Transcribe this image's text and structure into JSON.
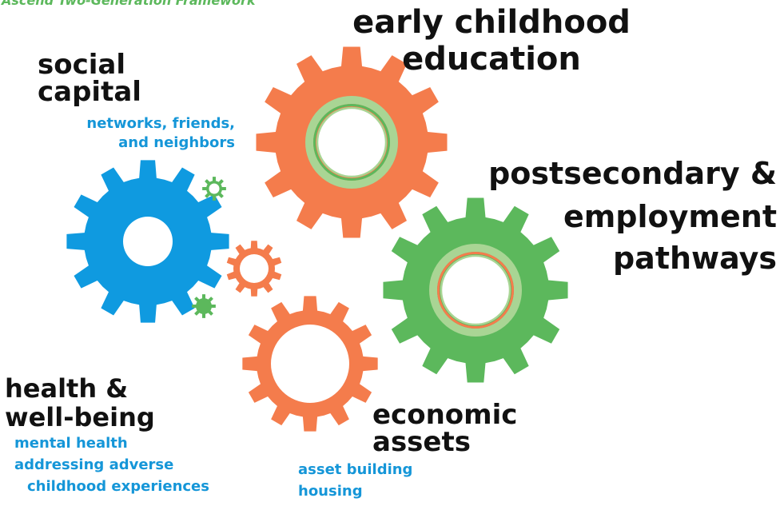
{
  "header": {
    "top_label": "Ascend Two-Generation Framework"
  },
  "colors": {
    "orange": "#f47c4c",
    "green": "#5cb85c",
    "light_green": "#a9d594",
    "blue": "#0f9ae0",
    "sub_text": "#1596d8",
    "label_text": "#111111"
  },
  "labels": {
    "early_childhood": {
      "line1": "early childhood",
      "line2": "education"
    },
    "social_capital": {
      "line1": "social",
      "line2": "capital",
      "sub1": "networks, friends,",
      "sub2": "and neighbors"
    },
    "postsecondary": {
      "line1": "postsecondary &",
      "line2": "employment",
      "line3": "pathways"
    },
    "health": {
      "line1": "health &",
      "line2": "well-being",
      "sub1": "mental health",
      "sub2": "addressing adverse",
      "sub3": "childhood experiences"
    },
    "economic": {
      "line1": "economic",
      "line2": "assets",
      "sub1": "asset building",
      "sub2": "housing"
    }
  },
  "gears": [
    {
      "name": "gear-early-childhood",
      "color_key": "orange",
      "style": "ring"
    },
    {
      "name": "gear-postsecondary",
      "color_key": "green",
      "style": "ring"
    },
    {
      "name": "gear-social-capital",
      "color_key": "blue",
      "style": "solid"
    },
    {
      "name": "gear-economic-assets",
      "color_key": "orange",
      "style": "outline"
    },
    {
      "name": "gear-small-orange",
      "color_key": "orange",
      "style": "outline"
    },
    {
      "name": "gear-small-green-top",
      "color_key": "green",
      "style": "outline"
    },
    {
      "name": "gear-small-green-bottom",
      "color_key": "green",
      "style": "solid"
    }
  ]
}
